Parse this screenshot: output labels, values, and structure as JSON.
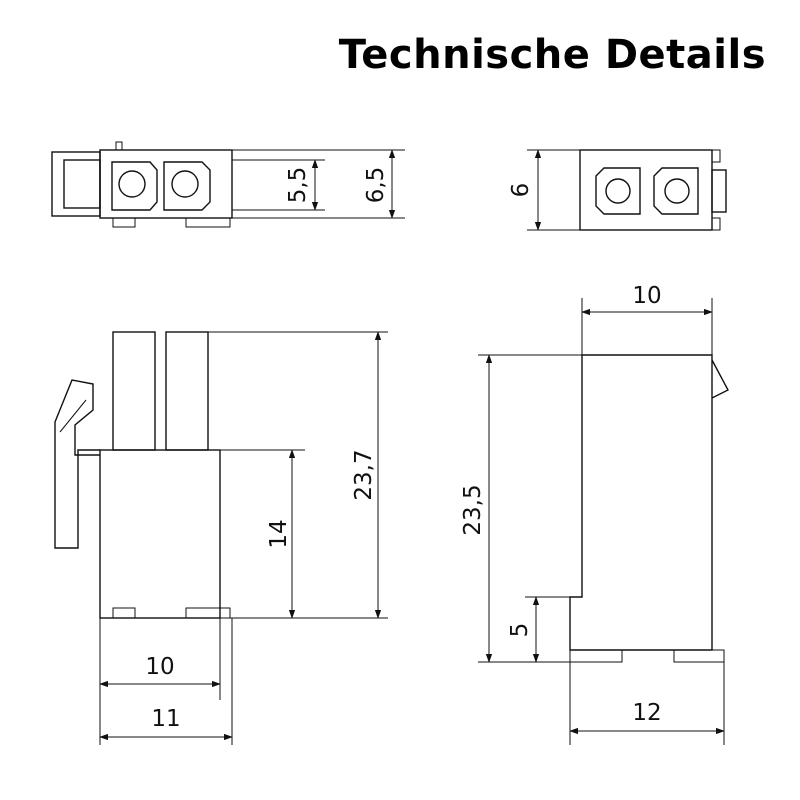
{
  "title": "Technische Details",
  "dimensions": {
    "top_view_inner_height": "5,5",
    "top_view_outer_height": "6,5",
    "end_view_height": "6",
    "side_total_height": "23,7",
    "side_body_height": "14",
    "side_inner_width": "10",
    "side_outer_width": "11",
    "right_top_width": "10",
    "right_total_height": "23,5",
    "right_step_height": "5",
    "right_bottom_width": "12"
  }
}
